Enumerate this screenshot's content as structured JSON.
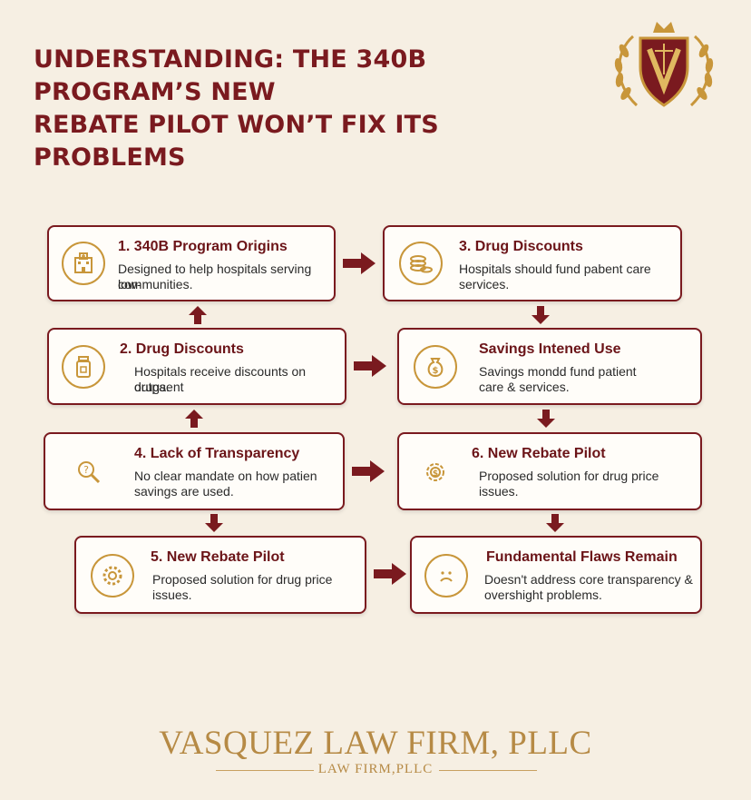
{
  "title": {
    "line1": "UNDERSTANDING: THE 340B PROGRAM’S NEW",
    "line2": "REBATE PILOT WON’T FIX ITS PROBLEMS"
  },
  "colors": {
    "accent": "#7a1a1f",
    "gold": "#c8963a",
    "background": "#f6efe3"
  },
  "steps": [
    {
      "heading": "1. 340B Program Origins",
      "desc1": "Designed to help hospitals serving low-",
      "desc2": "communities.",
      "icon": "hospital-icon"
    },
    {
      "heading": "3. Drug Discounts",
      "desc1": "Hospitals should fund pabent care",
      "desc2": "services.",
      "icon": "coins-icon"
    },
    {
      "heading": "2. Drug Discounts",
      "desc1": "Hospitals receive discounts on outpaent",
      "desc2": "drugs.",
      "icon": "medicine-bottle-icon"
    },
    {
      "heading": "Savings Intened Use",
      "desc1": "Savings mondd fund patient",
      "desc2": "care & services.",
      "icon": "money-bag-icon"
    },
    {
      "heading": "4. Lack of Transparency",
      "desc1": "No clear mandate on how patien",
      "desc2": "savings are used.",
      "icon": "magnifier-question-icon"
    },
    {
      "heading": "6. New Rebate Pilot",
      "desc1": "Proposed solution for drug price",
      "desc2": "issues.",
      "icon": "gear-dollar-icon"
    },
    {
      "heading": "5. New Rebate Pilot",
      "desc1": "Proposed solution for drug price",
      "desc2": "issues.",
      "icon": "gear-icon"
    },
    {
      "heading": "Fundamental Flaws Remain",
      "desc1": "Doesn't address core transparency &",
      "desc2": "overshight problems.",
      "icon": "sad-face-icon"
    }
  ],
  "footer": {
    "name": "VASQUEZ LAW FIRM, PLLC",
    "sub": "LAW FIRM,PLLC"
  }
}
